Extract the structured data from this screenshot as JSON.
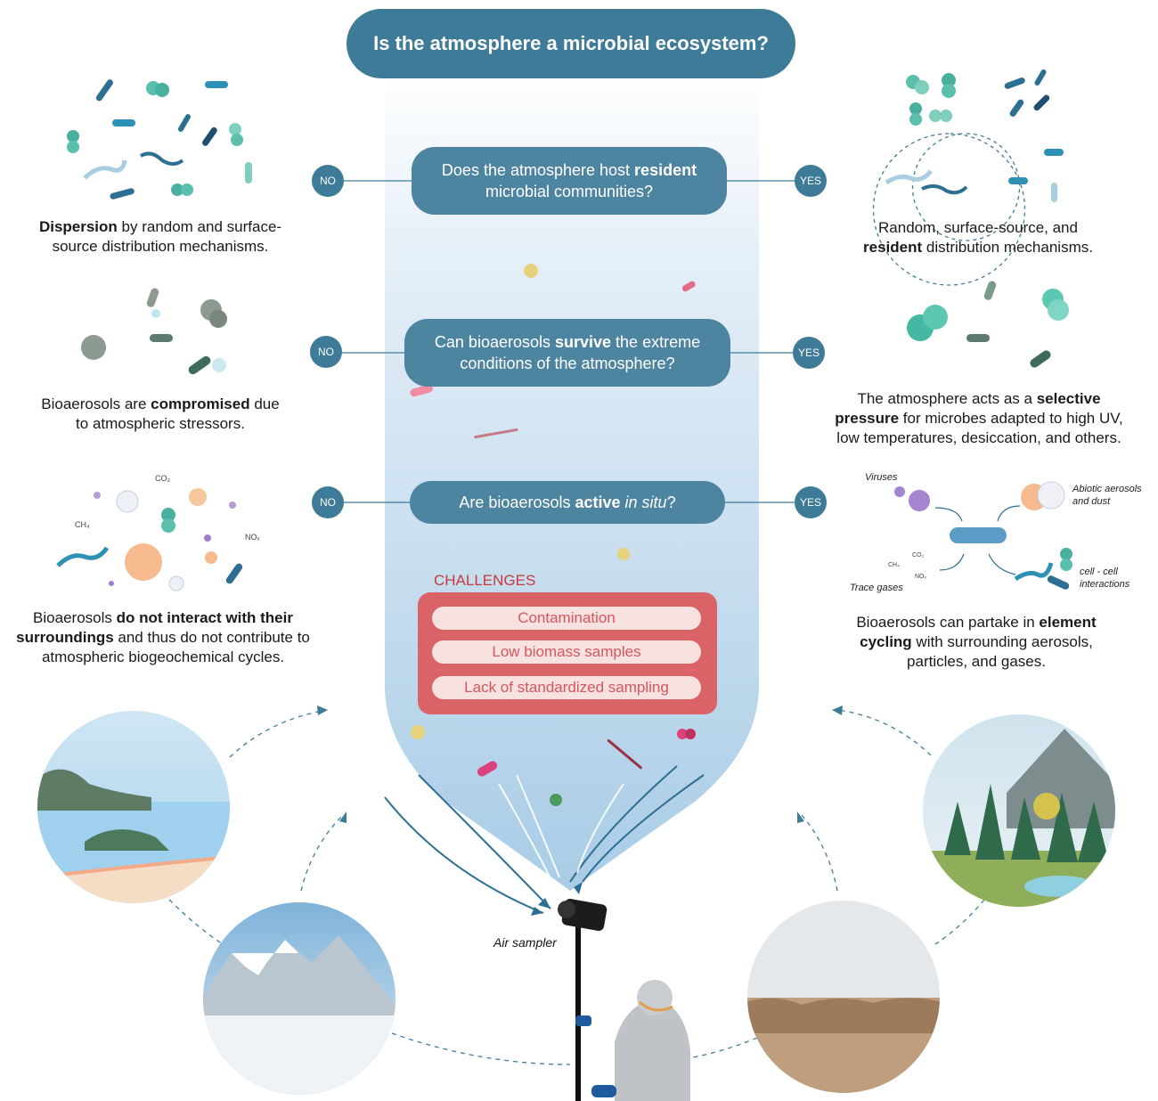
{
  "title": "Is the atmosphere a microbial ecosystem?",
  "answers": {
    "no": "NO",
    "yes": "YES"
  },
  "questions": [
    {
      "pre": "Does the atmosphere host ",
      "bold": "resident",
      "post": " microbial communities?"
    },
    {
      "pre": "Can bioaerosols ",
      "bold": "survive",
      "post": " the extreme conditions of the atmosphere?"
    },
    {
      "pre": "Are bioaerosols ",
      "bold": "active",
      "italic": "in situ",
      "post": "?"
    }
  ],
  "left_captions": [
    {
      "bold": "Dispersion",
      "text": " by random and surface-source distribution mechanisms."
    },
    {
      "pre": "Bioaerosols are ",
      "bold": "compromised",
      "post": " due to atmospheric stressors."
    },
    {
      "pre": "Bioaerosols ",
      "bold": "do not interact with their surroundings",
      "post": " and thus do not contribute to atmospheric biogeochemical cycles."
    }
  ],
  "right_captions": [
    {
      "pre": "Random, surface-source, and ",
      "bold": "resident",
      "post": " distribution mechanisms."
    },
    {
      "pre": "The atmosphere acts as a ",
      "bold": "selective pressure",
      "post": " for microbes adapted to high UV, low temperatures, desiccation, and others."
    },
    {
      "pre": "Bioaerosols can partake in ",
      "bold": "element cycling",
      "post": " with surrounding aerosols, particles, and gases."
    }
  ],
  "challenges": {
    "title": "CHALLENGES",
    "items": [
      "Contamination",
      "Low biomass samples",
      "Lack of standardized sampling"
    ]
  },
  "interaction_labels": {
    "viruses": "Viruses",
    "abiotic": "Abiotic aerosols and dust",
    "trace_gases": "Trace gases",
    "cell_cell": "cell - cell interactions"
  },
  "gas_labels": {
    "co2": "CO₂",
    "ch4": "CH₄",
    "nox": "NOₓ"
  },
  "sampler_label": "Air sampler",
  "colors": {
    "primary": "#3e7b98",
    "pill": "#4d84a0",
    "challenge_box": "#d96366",
    "challenge_text": "#c8383c",
    "microbe_teal": "#3aa89a",
    "microbe_blue": "#2d6f93"
  }
}
